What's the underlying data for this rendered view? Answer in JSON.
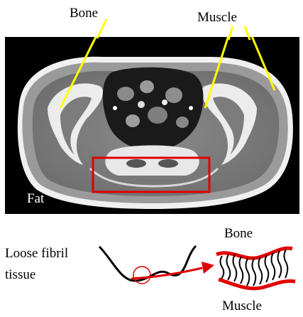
{
  "ct_image": {
    "labels": {
      "bone": "Bone",
      "muscle": "Muscle",
      "fat": "Fat"
    }
  },
  "schematic": {
    "loose_tissue_label_line1": "Loose fibril",
    "loose_tissue_label_line2": "tissue",
    "bone_label": "Bone",
    "muscle_label": "Muscle"
  },
  "colors": {
    "pointer_lines": "#ffff00",
    "highlight_box": "#e00000",
    "tissue_curve": "#000000",
    "arrow": "#e00000",
    "bone_layer": "#e00000"
  }
}
